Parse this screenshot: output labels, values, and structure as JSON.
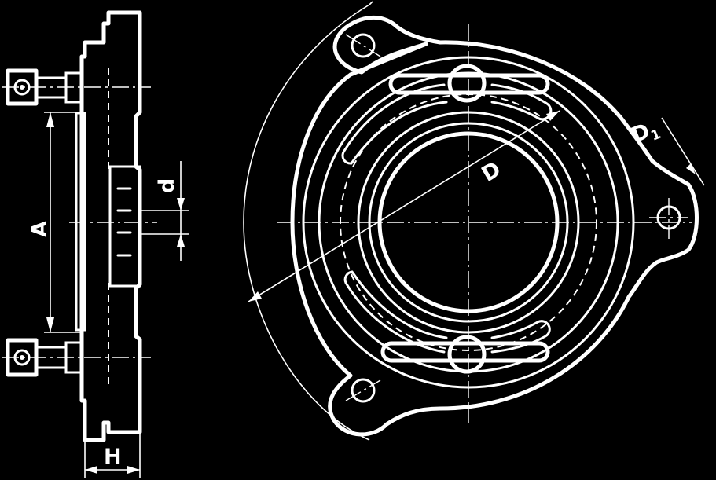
{
  "dimensions": {
    "A": "A",
    "d": "d",
    "H": "H",
    "D": "D",
    "D1": "D",
    "D1_sub": "1"
  }
}
